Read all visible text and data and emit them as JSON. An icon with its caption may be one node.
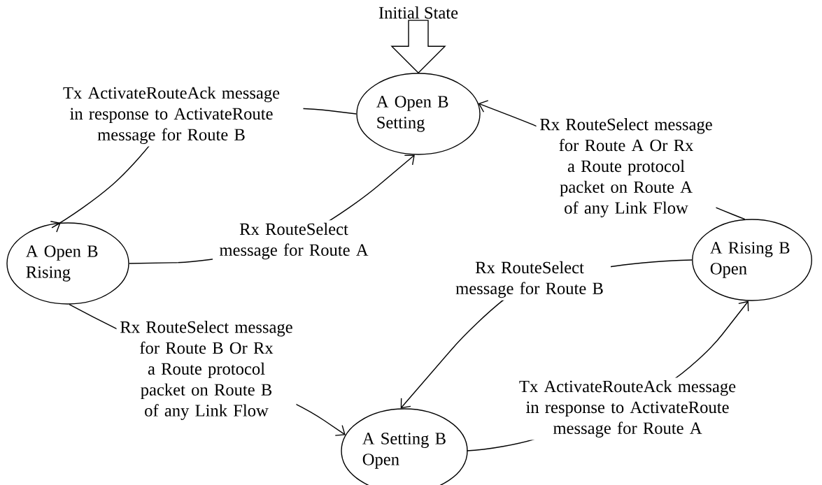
{
  "diagram": {
    "nodes": [
      {
        "text": [
          "Initial State"
        ]
      },
      {
        "text": [
          "A Open B Setting"
        ]
      },
      {
        "text": [
          "A Open B Rising"
        ]
      },
      {
        "text": [
          "A Rising B Open"
        ]
      },
      {
        "text": [
          "A Setting B Open"
        ]
      }
    ],
    "edges": [
      {
        "from": 0,
        "to": 1,
        "arrow": "to"
      },
      {
        "from": 1,
        "to": 2,
        "arrow": "to",
        "label": "Tx ActivateRouteAck message in response to ActivateRoute message for Route B"
      },
      {
        "from": 2,
        "to": 1,
        "arrow": "to",
        "label": "Rx RouteSelect message for Route A"
      },
      {
        "from": 3,
        "to": 1,
        "arrow": "to",
        "label": "Rx RouteSelect message for Route A Or Rx a Route protocol packet on Route A of any Link Flow"
      },
      {
        "from": 2,
        "to": 4,
        "arrow": "to",
        "label": "Rx RouteSelect message for Route B Or Rx a Route protocol packet on Route B of any Link Flow"
      },
      {
        "from": 3,
        "to": 4,
        "arrow": "to",
        "label": "Rx RouteSelect message for Route B"
      },
      {
        "from": 4,
        "to": 3,
        "arrow": "to",
        "label": "Tx ActivateRouteAck message in response to ActivateRoute message for Route A"
      }
    ]
  }
}
